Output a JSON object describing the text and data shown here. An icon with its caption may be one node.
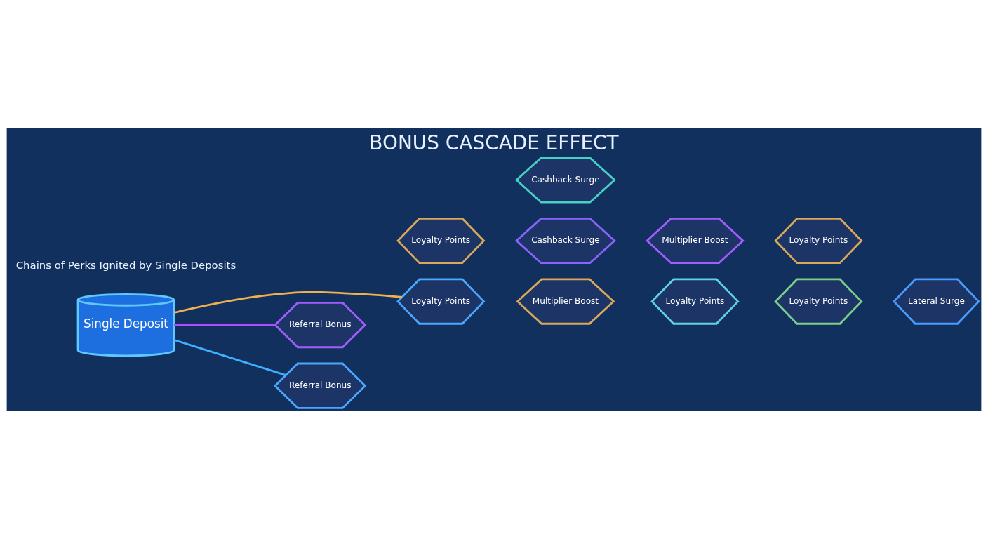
{
  "diagram": {
    "title": "BONUS CASCADE EFFECT",
    "nodes": [
      {
        "text": [
          "Single Deposit"
        ]
      },
      {
        "text": [
          "Loyalty Points"
        ]
      },
      {
        "text": [
          "Referral Bonus"
        ]
      },
      {
        "text": [
          "Referral Bonus"
        ]
      },
      {
        "text": [
          "Multiplier Boost"
        ]
      },
      {
        "text": [
          "Loyalty Points"
        ]
      },
      {
        "text": [
          "Cashback Surge"
        ]
      },
      {
        "text": [
          "Loyalty Points"
        ]
      },
      {
        "text": [
          "Cashback Surge"
        ]
      },
      {
        "text": [
          "Multiplier Boost"
        ]
      },
      {
        "text": [
          "Loyalty Points"
        ]
      },
      {
        "text": [
          "Loyalty Points"
        ]
      },
      {
        "text": [
          "Lateral Surge"
        ]
      }
    ],
    "edges": [
      {
        "from": 0,
        "to": 2,
        "arrow": "none"
      },
      {
        "from": 0,
        "to": 3,
        "arrow": "none",
        "color": "#3fb0ff"
      },
      {
        "from": 0,
        "to": 1,
        "arrow": "none",
        "color": "#f0b050"
      }
    ],
    "labels": [
      "Chains of Perks Ignited by Single Deposits"
    ]
  }
}
